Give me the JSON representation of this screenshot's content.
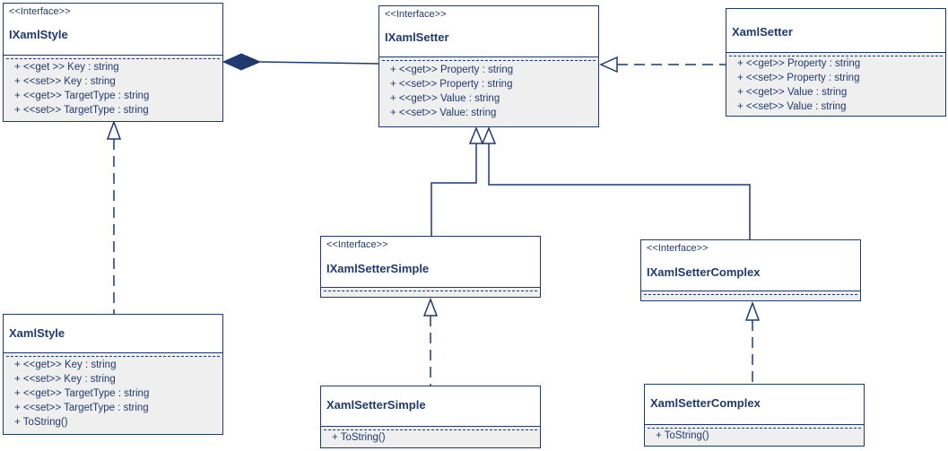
{
  "colors": {
    "stroke": "#1e3a6e",
    "body_fill": "#efeff0",
    "header_fill": "#ffffff"
  },
  "classes": {
    "ixamlstyle": {
      "stereotype": "<<Interface>>",
      "name": "IXamlStyle",
      "members": [
        "+ <<get >> Key : string",
        "+ <<set>> Key : string",
        "+ <<get>> TargetType : string",
        "+ <<set>> TargetType : string"
      ]
    },
    "ixamlsetter": {
      "stereotype": "<<Interface>>",
      "name": "IXamlSetter",
      "members": [
        "+ <<get>> Property : string",
        "+ <<set>> Property : string",
        "+ <<get>> Value : string",
        "+ <<set>> Value: string"
      ]
    },
    "xamlsetter": {
      "name": "XamlSetter",
      "members": [
        "+ <<get>> Property : string",
        "+ <<set>> Property : string",
        "+ <<get>> Value : string",
        "+ <<set>> Value : string"
      ]
    },
    "xamlstyle": {
      "name": "XamlStyle",
      "members": [
        "+ <<get>> Key : string",
        "+ <<set>> Key : string",
        "+ <<get>> TargetType : string",
        "+ <<set>> TargetType : string",
        "+ ToString()"
      ]
    },
    "ixamlsettersimple": {
      "stereotype": "<<Interface>>",
      "name": "IXamlSetterSimple"
    },
    "ixamlsettercomplex": {
      "stereotype": "<<Interface>>",
      "name": "IXamlSetterComplex"
    },
    "xamlsettersimple": {
      "name": "XamlSetterSimple",
      "members": [
        "+ ToString()"
      ]
    },
    "xamlsettercomplex": {
      "name": "XamlSetterComplex",
      "members": [
        "+ ToString()"
      ]
    }
  }
}
